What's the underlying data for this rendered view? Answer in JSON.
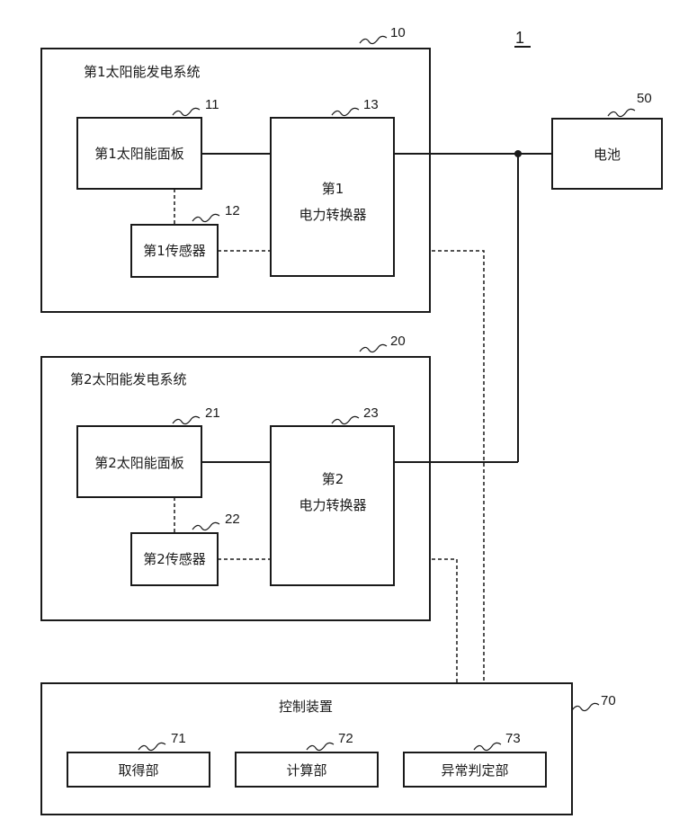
{
  "figure_number": "1",
  "system1": {
    "ref": "10",
    "title": "第1太阳能发电系统",
    "panel": {
      "ref": "11",
      "label": "第1太阳能面板"
    },
    "sensor": {
      "ref": "12",
      "label": "第1传感器"
    },
    "converter": {
      "ref": "13",
      "label_line1": "第1",
      "label_line2": "电力转换器"
    }
  },
  "system2": {
    "ref": "20",
    "title": "第2太阳能发电系统",
    "panel": {
      "ref": "21",
      "label": "第2太阳能面板"
    },
    "sensor": {
      "ref": "22",
      "label": "第2传感器"
    },
    "converter": {
      "ref": "23",
      "label_line1": "第2",
      "label_line2": "电力转换器"
    }
  },
  "battery": {
    "ref": "50",
    "label": "电池"
  },
  "controller": {
    "ref": "70",
    "title": "控制装置",
    "units": [
      {
        "ref": "71",
        "label": "取得部"
      },
      {
        "ref": "72",
        "label": "计算部"
      },
      {
        "ref": "73",
        "label": "异常判定部"
      }
    ]
  }
}
